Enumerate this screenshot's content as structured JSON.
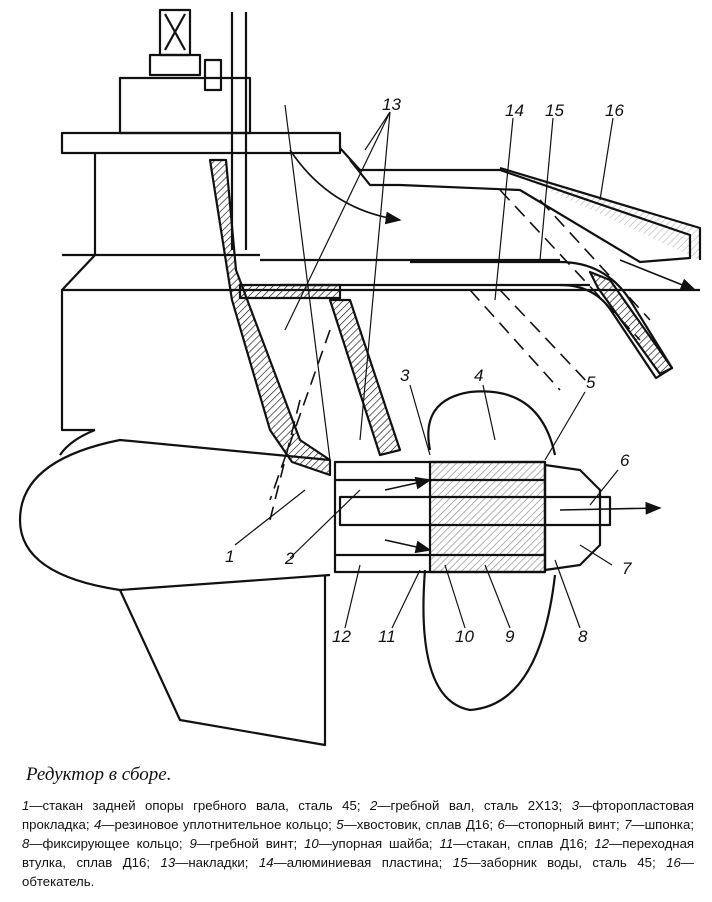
{
  "figure": {
    "title": "Редуктор в сборе.",
    "callouts": [
      "1",
      "2",
      "3",
      "4",
      "5",
      "6",
      "7",
      "8",
      "9",
      "10",
      "11",
      "12",
      "13",
      "14",
      "15",
      "16"
    ],
    "legend": [
      {
        "num": "1",
        "text": "стакан задней опоры гребного вала, сталь 45;"
      },
      {
        "num": "2",
        "text": "гребной вал, сталь 2Х13;"
      },
      {
        "num": "3",
        "text": "фторопластовая прокладка;"
      },
      {
        "num": "4",
        "text": "резиновое уплотнительное кольцо;"
      },
      {
        "num": "5",
        "text": "хвостовик, сплав Д16;"
      },
      {
        "num": "6",
        "text": "стопорный винт;"
      },
      {
        "num": "7",
        "text": "шпонка;"
      },
      {
        "num": "8",
        "text": "фиксирующее кольцо;"
      },
      {
        "num": "9",
        "text": "гребной винт;"
      },
      {
        "num": "10",
        "text": "упорная шайба;"
      },
      {
        "num": "11",
        "text": "стакан, сплав Д16;"
      },
      {
        "num": "12",
        "text": "переходная втулка, сплав Д16;"
      },
      {
        "num": "13",
        "text": "накладки;"
      },
      {
        "num": "14",
        "text": "алюминиевая пластина;"
      },
      {
        "num": "15",
        "text": "заборник воды, сталь 45;"
      },
      {
        "num": "16",
        "text": "обтекатель."
      }
    ]
  }
}
